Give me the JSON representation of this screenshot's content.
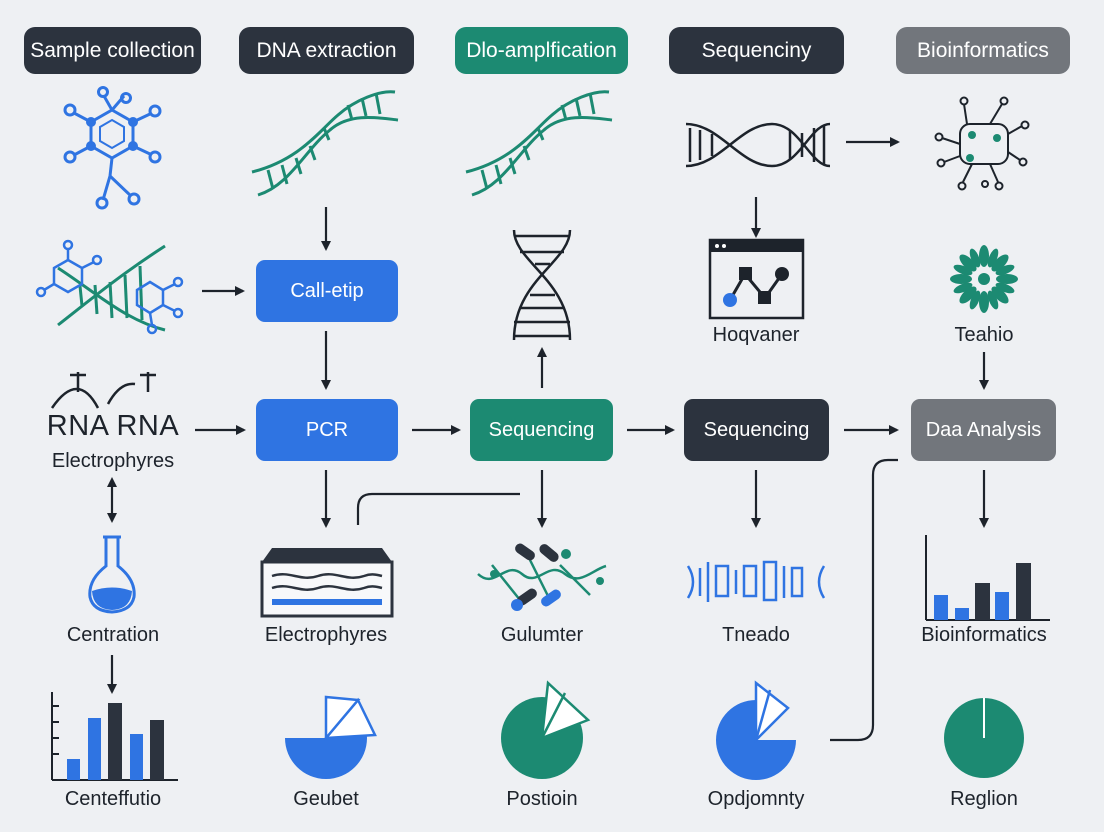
{
  "headers": [
    {
      "label": "Sample collection",
      "color": "#2c333e"
    },
    {
      "label": "DNA extraction",
      "color": "#2c333e"
    },
    {
      "label": "Dlo-amplfication",
      "color": "#1c8a72"
    },
    {
      "label": "Sequenciny",
      "color": "#2c333e"
    },
    {
      "label": "Bioinformatics",
      "color": "#72767c"
    }
  ],
  "boxes": {
    "cell_step": "Call-etip",
    "pcr": "PCR",
    "sequencing_green": "Sequencing",
    "sequencing_dark": "Sequencing",
    "data_analysis": "Daa Analysis"
  },
  "labels": {
    "rna": "RNA RNA",
    "electrophyres_left": "Electrophyres",
    "centration": "Centration",
    "centeffution": "Centeffutio",
    "hoqvaner": "Hoqvaner",
    "teahio": "Teahio",
    "electrophyres_gel": "Electrophyres",
    "gulumter": "Gulumter",
    "tneado": "Tneado",
    "bioinformatics_chart": "Bioinformatics",
    "geubet": "Geubet",
    "postioin": "Postioin",
    "opdjomnty": "Opdjomnty",
    "reglion": "Reglion"
  },
  "colors": {
    "dark": "#2c333e",
    "blue": "#2f74e2",
    "green": "#1c8a72",
    "gray": "#72767c",
    "background": "#eef0f3"
  },
  "icons": [
    "molecule-icon",
    "dna-helix-icon",
    "flask-icon",
    "bar-chart-icon",
    "gel-box-icon",
    "scanner-icon",
    "network-icon",
    "radial-icon",
    "pie-icon"
  ]
}
